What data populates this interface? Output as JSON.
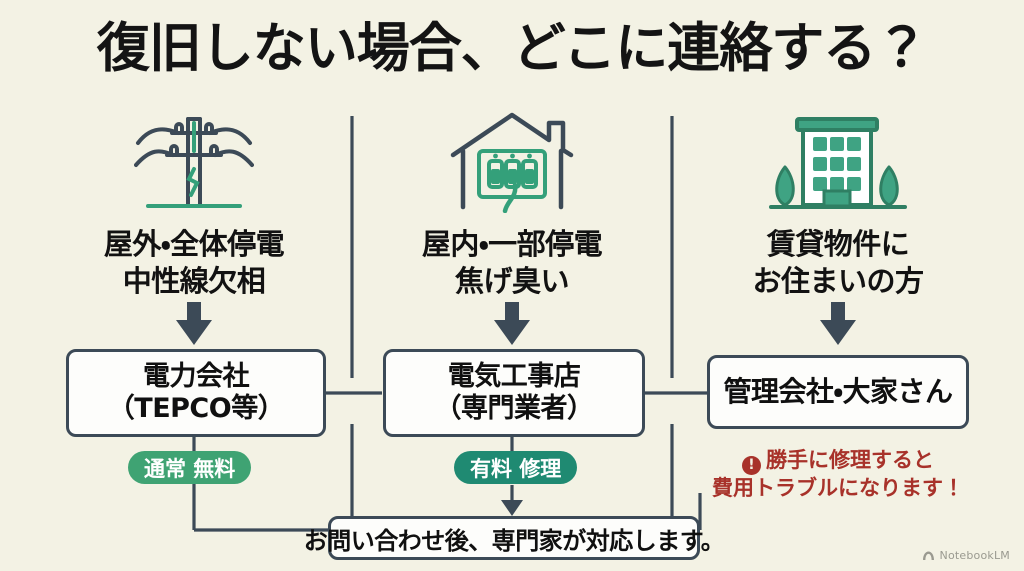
{
  "page": {
    "title": "復旧しない場合、どこに連絡する？",
    "background_color": "#f3f2e4"
  },
  "colors": {
    "ink": "#3c4a57",
    "green_pill": "#3fa373",
    "teal_pill": "#1f8a72",
    "warning_red": "#a8322a",
    "icon_green": "#34a07a",
    "icon_dark": "#3c4a57"
  },
  "columns": [
    {
      "icon": "utility-pole-icon",
      "heading_line1": "屋外・全体停電",
      "heading_line2": "中性線欠相",
      "box_line1": "電力会社",
      "box_line2": "（TEPCO等）",
      "pill": "通常 無料",
      "pill_color": "#3fa373"
    },
    {
      "icon": "house-breaker-icon",
      "heading_line1": "屋内・一部停電",
      "heading_line2": "焦げ臭い",
      "box_line1": "電気工事店",
      "box_line2": "（専門業者）",
      "pill": "有料 修理",
      "pill_color": "#1f8a72"
    },
    {
      "icon": "apartment-building-icon",
      "heading_line1": "賃貸物件に",
      "heading_line2": "お住まいの方",
      "box_line1": "管理会社・大家さん",
      "box_line2": "",
      "warning_line1": "勝手に修理すると",
      "warning_line2": "費用トラブルになります！",
      "warning_symbol": "!"
    }
  ],
  "footer": {
    "text": "お問い合わせ後、専門家が対応します。"
  },
  "watermark": {
    "label": "NotebookLM",
    "icon": "notebooklm-logo-icon"
  }
}
